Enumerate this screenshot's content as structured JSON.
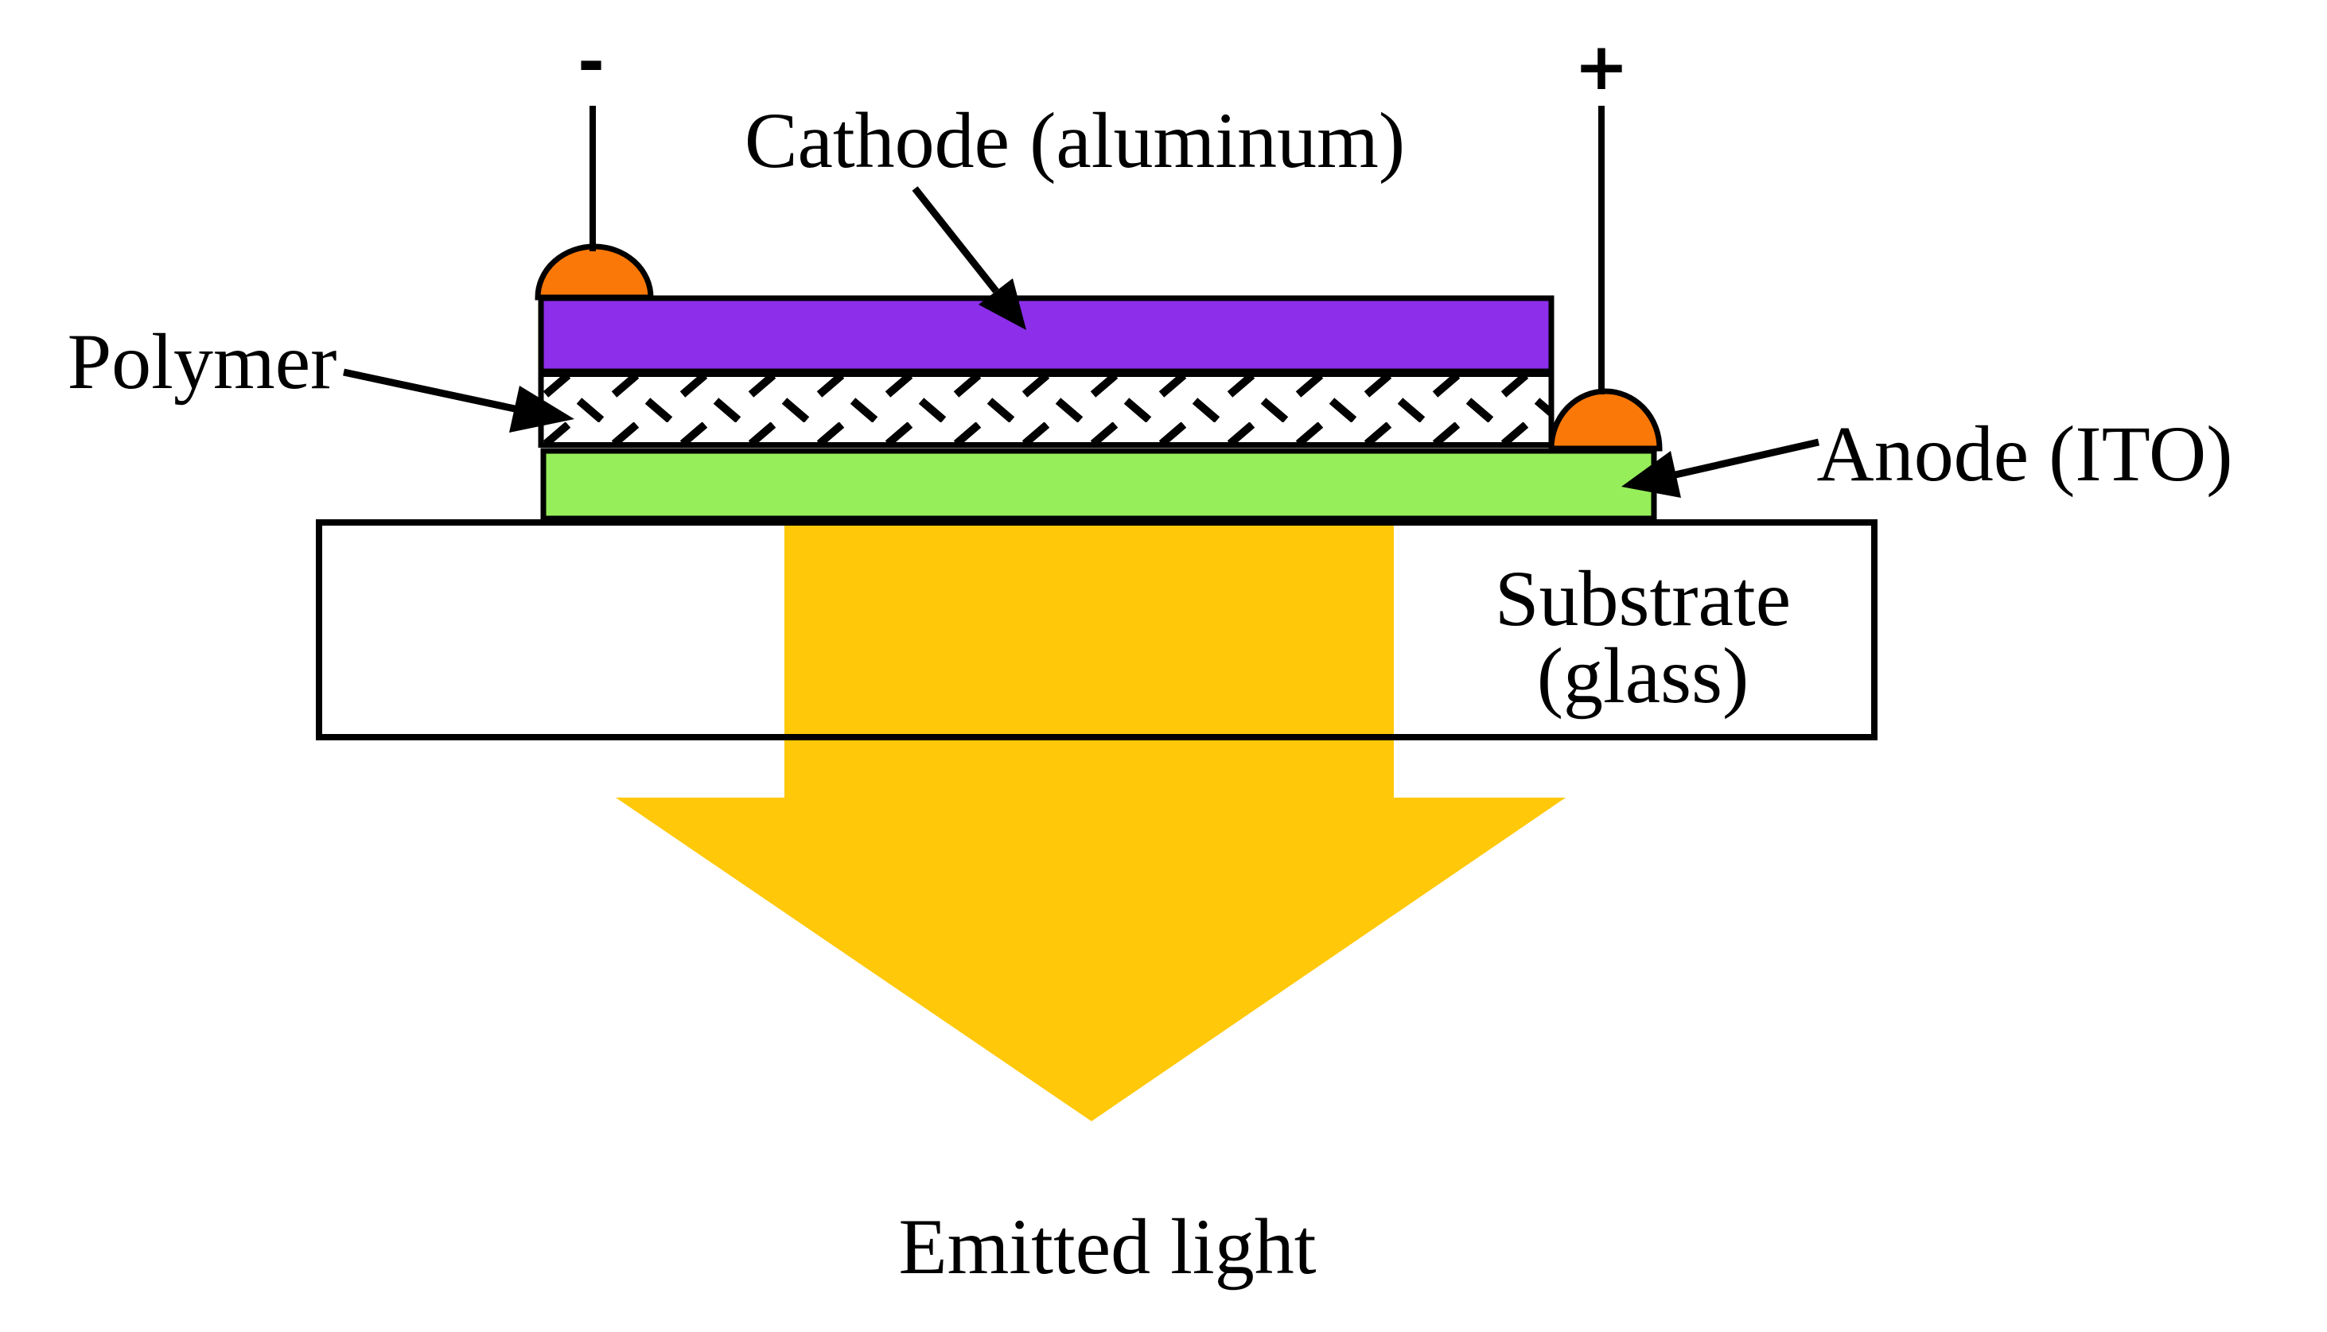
{
  "labels": {
    "cathode": "Cathode (aluminum)",
    "polymer": "Polymer",
    "anode": "Anode (ITO)",
    "substrate_line1": "Substrate",
    "substrate_line2": "(glass)",
    "emitted_light": "Emitted light",
    "negative_terminal": "-",
    "positive_terminal": "+"
  },
  "colors": {
    "cathode_layer": "#8C2EEA",
    "anode_layer": "#96EE5A",
    "contact_bump": "#FA7808",
    "light_arrow": "#FFC808",
    "outline": "#000000",
    "background": "#FFFFFF"
  }
}
